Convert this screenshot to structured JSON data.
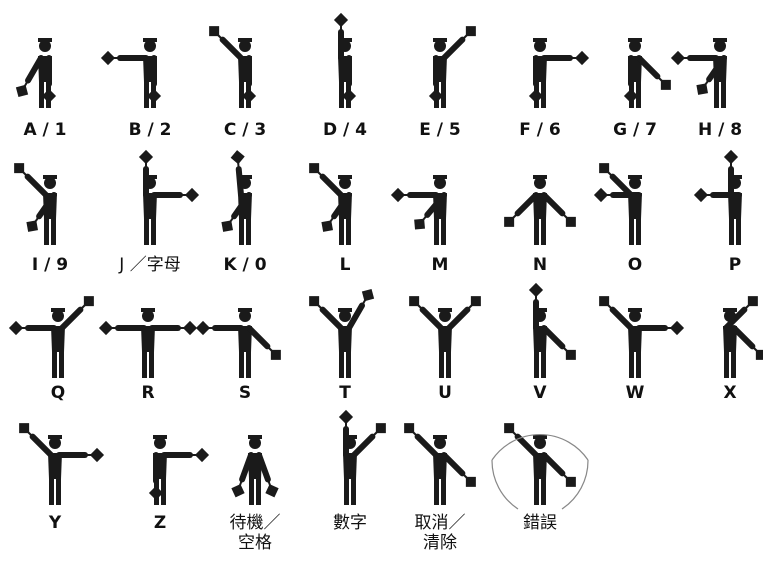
{
  "signals": [
    {
      "label": "A / 1"
    },
    {
      "label": "B / 2"
    },
    {
      "label": "C / 3"
    },
    {
      "label": "D / 4"
    },
    {
      "label": "E / 5"
    },
    {
      "label": "F / 6"
    },
    {
      "label": "G / 7"
    },
    {
      "label": "H / 8"
    },
    {
      "label": "I / 9"
    },
    {
      "label": "J ／字母"
    },
    {
      "label": "K / 0"
    },
    {
      "label": "L"
    },
    {
      "label": "M"
    },
    {
      "label": "N"
    },
    {
      "label": "O"
    },
    {
      "label": "P"
    },
    {
      "label": "Q"
    },
    {
      "label": "R"
    },
    {
      "label": "S"
    },
    {
      "label": "T"
    },
    {
      "label": "U"
    },
    {
      "label": "V"
    },
    {
      "label": "W"
    },
    {
      "label": "X"
    },
    {
      "label": "Y"
    },
    {
      "label": "Z"
    },
    {
      "label": [
        "待機／",
        "空格"
      ]
    },
    {
      "label": "數字"
    },
    {
      "label": [
        "取消／",
        "清除"
      ]
    },
    {
      "label": "錯誤"
    }
  ],
  "colors": {
    "figure": "#1a1a1a",
    "flag": "#1a1a1a",
    "text": "#111111",
    "background": "#ffffff"
  }
}
